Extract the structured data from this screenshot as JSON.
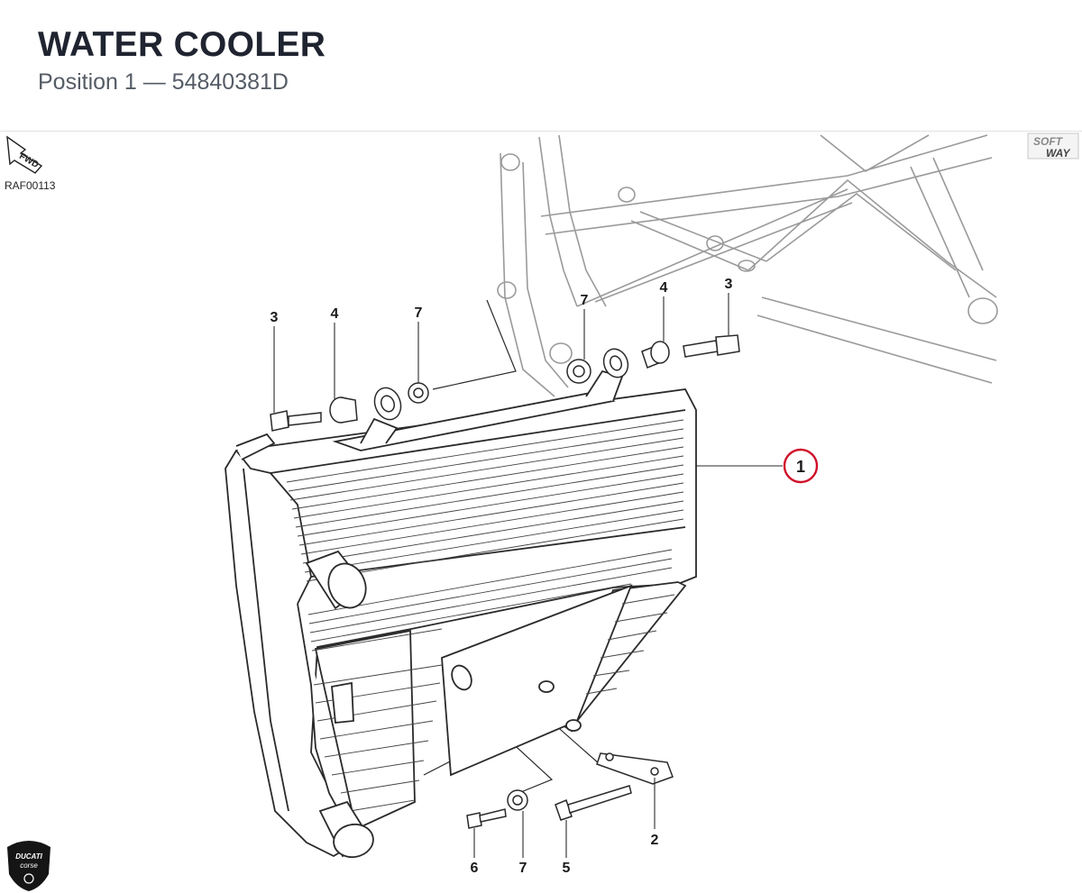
{
  "header": {
    "title": "WATER COOLER",
    "subtitle": "Position 1 — 54840381D"
  },
  "diagram": {
    "reference_code": "RAF00113",
    "fwd_label": "FWD",
    "highlighted_callout": "1",
    "highlight_color": "#d0102a",
    "line_color": "#2a2a2a",
    "frame_color": "#9a9a9a",
    "callouts": {
      "radiator": "1",
      "bracket": "2",
      "screw_left": "3",
      "screw_right": "3",
      "spacer_left": "4",
      "spacer_right": "4",
      "long_screw": "5",
      "bottom_screw": "6",
      "grommet_left": "7",
      "grommet_right": "7",
      "grommet_bottom": "7"
    }
  },
  "logos": {
    "softway": [
      "SOFT",
      "WAY"
    ],
    "ducati": [
      "DUCATI",
      "corse"
    ]
  }
}
